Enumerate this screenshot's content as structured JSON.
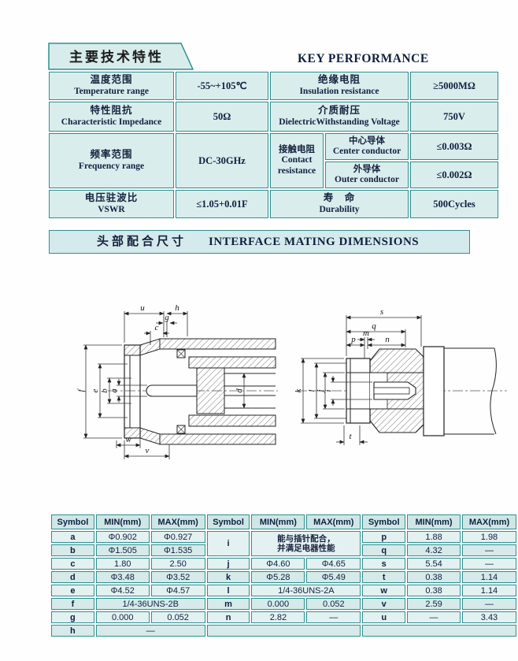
{
  "header": {
    "title_cn": "主要技术特性",
    "title_en": "KEY PERFORMANCE"
  },
  "performance": {
    "temperature": {
      "cn": "温度范围",
      "en": "Temperature range",
      "value": "-55~+105℃"
    },
    "impedance": {
      "cn": "特性阻抗",
      "en": "Characteristic Impedance",
      "value": "50Ω"
    },
    "frequency": {
      "cn": "频率范围",
      "en": "Frequency  range",
      "value": "DC-30GHz"
    },
    "vswr": {
      "cn": "电压驻波比",
      "en": "VSWR",
      "value": "≤1.05+0.01F"
    },
    "insulation": {
      "cn": "绝缘电阻",
      "en": "Insulation resistance",
      "value": "≥5000MΩ"
    },
    "dielectric": {
      "cn": "介质耐压",
      "en": "DielectricWithstanding Voltage",
      "value": "750V"
    },
    "contact": {
      "cn": "接触电阻",
      "en": "Contact resistance"
    },
    "center_conductor": {
      "cn": "中心导体",
      "en": "Center conductor",
      "value": "≤0.003Ω"
    },
    "outer_conductor": {
      "cn": "外导体",
      "en": "Outer conductor",
      "value": "≤0.002Ω"
    },
    "durability": {
      "cn": "寿　命",
      "en": "Durability",
      "value": "500Cycles"
    }
  },
  "section2": {
    "title_cn": "头部配合尺寸",
    "title_en": "INTERFACE MATING DIMENSIONS"
  },
  "drawings": {
    "left": {
      "dims": {
        "u": "u",
        "h": "h",
        "g": "g",
        "c": "c",
        "f": "f",
        "e": "e",
        "b": "b",
        "a": "a",
        "d": "d",
        "w": "w",
        "v": "v"
      }
    },
    "right": {
      "dims": {
        "s": "s",
        "q": "q",
        "m": "m",
        "p": "p",
        "n": "n",
        "k": "k",
        "l": "l",
        "j": "j",
        "i": "i",
        "t": "t"
      }
    }
  },
  "dim_table": {
    "headers": {
      "sym": "Symbol",
      "min": "MIN(mm)",
      "max": "MAX(mm)"
    },
    "rows": {
      "a": {
        "sym": "a",
        "min": "Φ0.902",
        "max": "Φ0.927"
      },
      "b": {
        "sym": "b",
        "min": "Φ1.505",
        "max": "Φ1.535"
      },
      "c": {
        "sym": "c",
        "min": "1.80",
        "max": "2.50"
      },
      "d": {
        "sym": "d",
        "min": "Φ3.48",
        "max": "Φ3.52"
      },
      "e": {
        "sym": "e",
        "min": "Φ4.52",
        "max": "Φ4.57"
      },
      "f": {
        "sym": "f",
        "span": "1/4-36UNS-2B"
      },
      "g": {
        "sym": "g",
        "min": "0.000",
        "max": "0.052"
      },
      "h": {
        "sym": "h",
        "span": "—"
      },
      "i": {
        "sym": "i",
        "note1": "能与插针配合，",
        "note2": "并满足电器性能"
      },
      "j": {
        "sym": "j",
        "min": "Φ4.60",
        "max": "Φ4.65"
      },
      "k": {
        "sym": "k",
        "min": "Φ5.28",
        "max": "Φ5.49"
      },
      "l": {
        "sym": "l",
        "span": "1/4-36UNS-2A"
      },
      "m": {
        "sym": "m",
        "min": "0.000",
        "max": "0.052"
      },
      "n": {
        "sym": "n",
        "min": "2.82",
        "max": "—"
      },
      "p": {
        "sym": "p",
        "min": "1.88",
        "max": "1.98"
      },
      "q": {
        "sym": "q",
        "min": "4.32",
        "max": "—"
      },
      "s": {
        "sym": "s",
        "min": "5.54",
        "max": "—"
      },
      "t": {
        "sym": "t",
        "min": "0.38",
        "max": "1.14"
      },
      "w": {
        "sym": "w",
        "min": "0.38",
        "max": "1.14"
      },
      "v": {
        "sym": "v",
        "min": "2.59",
        "max": "—"
      },
      "u": {
        "sym": "u",
        "min": "—",
        "max": "3.43"
      }
    }
  }
}
